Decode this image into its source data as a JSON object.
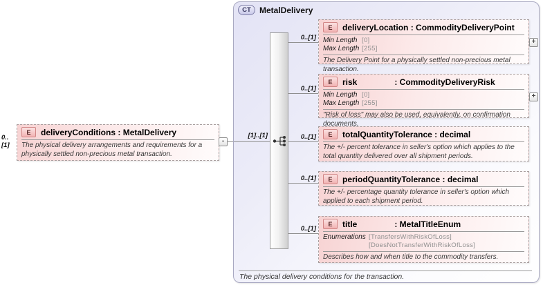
{
  "ui": {
    "plus": "+",
    "minus": "-"
  },
  "root": {
    "cardinality": "0..[1]",
    "icon": "E",
    "name": "deliveryConditions",
    "type": ": MetalDelivery",
    "description": "The physical delivery arrangements and requirements for a physically settled non-precious metal transaction."
  },
  "connector": {
    "label": "[1]..[1]"
  },
  "container": {
    "badge": "CT",
    "title": "MetalDelivery",
    "footer": "The physical delivery conditions for the transaction."
  },
  "children": [
    {
      "icon": "E",
      "cardinality": "0..[1]",
      "name": "deliveryLocation",
      "type": ": CommodityDeliveryPoint",
      "facets": [
        {
          "label": "Min Length",
          "value": "[0]"
        },
        {
          "label": "Max Length",
          "value": "[255]"
        }
      ],
      "description": "The Delivery Point for a physically settled non-precious metal transaction."
    },
    {
      "icon": "E",
      "cardinality": "0..[1]",
      "name": "risk",
      "type": ": CommodityDeliveryRisk",
      "facets": [
        {
          "label": "Min Length",
          "value": "[0]"
        },
        {
          "label": "Max Length",
          "value": "[255]"
        }
      ],
      "description": "\"Risk of loss\" may also be used, equivalently, on confirmation documents."
    },
    {
      "icon": "E",
      "cardinality": "0..[1]",
      "name": "totalQuantityTolerance",
      "type": ": decimal",
      "description": "The +/- percent tolerance in seller's option which applies to the total quantity delivered over all shipment periods."
    },
    {
      "icon": "E",
      "cardinality": "0..[1]",
      "name": "periodQuantityTolerance",
      "type": ": decimal",
      "description": "The +/- percentage quantity tolerance in seller's option which applied to each shipment period."
    },
    {
      "icon": "E",
      "cardinality": "0..[1]",
      "name": "title",
      "type": ": MetalTitleEnum",
      "enumerations": {
        "label": "Enumerations",
        "values": [
          "[TransfersWithRiskOfLoss]",
          "[DoesNotTransferWithRiskOfLoss]"
        ]
      },
      "description": "Describes how and when title to the commodity transfers."
    }
  ]
}
